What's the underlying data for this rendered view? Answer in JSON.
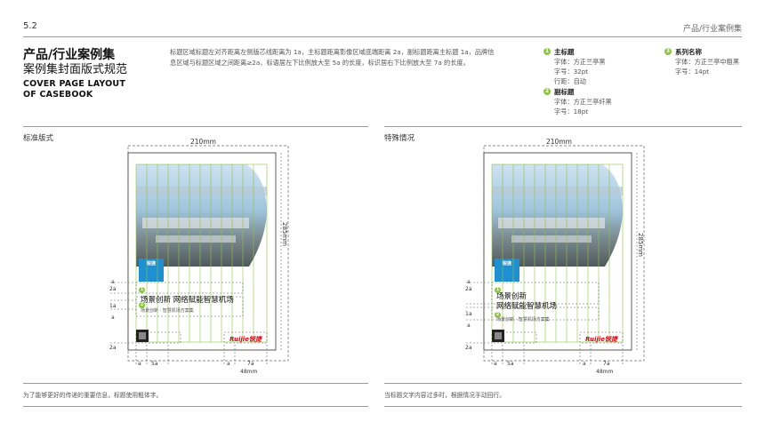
{
  "header": {
    "section_number": "5.2",
    "section_name": "产品/行业案例集"
  },
  "title": {
    "line1": "产品/行业案例集",
    "line2": "案例集封面版式规范",
    "en_line1": "COVER PAGE LAYOUT",
    "en_line2": "OF CASEBOOK"
  },
  "description": {
    "line1": "标题区域标题左对齐距离左侧版芯线距离为 1a，主标题距离影像区域底端距离 2a，副标题距离主标题 1a，品牌信",
    "line2": "息区域与标题区域之间距离≥2a，标语居左下比例放大至 5a 的长度，标识居右下比例放大至 7a 的长度。"
  },
  "specs": {
    "main_title": {
      "num": "1",
      "label": "主标题",
      "font": "字体：方正兰亭黑",
      "size": "字号：32pt",
      "leading": "行距：自动"
    },
    "subtitle": {
      "num": "2",
      "label": "副标题",
      "font": "字体：方正兰亭纤黑",
      "size": "字号：18pt"
    },
    "series": {
      "num": "3",
      "label": "系列名称",
      "font": "字体：方正兰亭中粗黑",
      "size": "字号：14pt"
    }
  },
  "left_panel": {
    "label": "标准版式",
    "width_dim": "210mm",
    "height_dim": "285mm",
    "cover_title": "场景创新 网络赋能智慧机场",
    "cover_subtitle": "场景创新 · 智慧机场方案集",
    "brand": "Ruijie锐捷",
    "badge": "锐捷",
    "caption": "为了能够更好的传递的重要信息，标题使用粗体字。"
  },
  "right_panel": {
    "label": "特殊情况",
    "width_dim": "210mm",
    "height_dim": "285mm",
    "cover_title_line1": "场景创新",
    "cover_title_line2": "网络赋能智慧机场",
    "cover_subtitle": "场景创新 · 智慧机场方案集",
    "brand": "Ruijie锐捷",
    "badge": "锐捷",
    "caption": "当标题文字内容过多时，根据情况手动回行。"
  },
  "dims": {
    "a": "a",
    "two_a": "2a",
    "one_a": "1a",
    "five_a": "5a",
    "seven_a": "7a",
    "mm48": "48mm"
  },
  "colors": {
    "guide_green": "#8cc63f",
    "brand_red": "#e60012",
    "badge_blue": "#1e8fd2"
  }
}
